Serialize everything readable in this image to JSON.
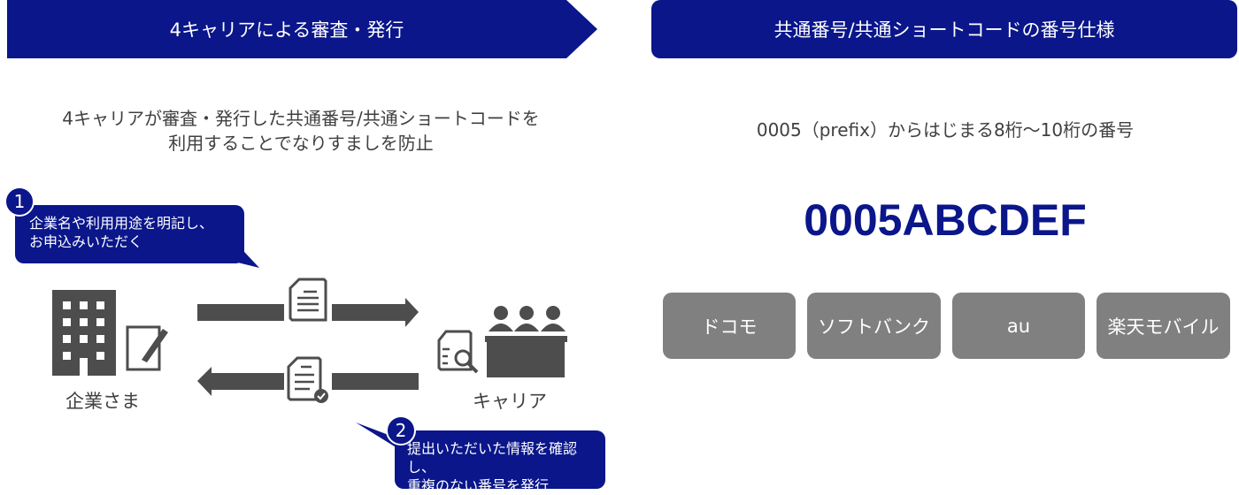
{
  "left_header": {
    "title": "4キャリアによる審査・発行"
  },
  "right_header": {
    "title": "共通番号/共通ショートコードの番号仕様"
  },
  "left_description": {
    "line1": "4キャリアが審査・発行した共通番号/共通ショートコードを",
    "line2": "利用することでなりすましを防止"
  },
  "right_description": "0005（prefix）からはじまる8桁～10桁の番号",
  "example_code": "0005ABCDEF",
  "carriers": [
    "ドコモ",
    "ソフトバンク",
    "au",
    "楽天モバイル"
  ],
  "step1": {
    "number": "1",
    "line1": "企業名や利用用途を明記し、",
    "line2": "お申込みいただく"
  },
  "step2": {
    "number": "2",
    "line1": "提出いただいた情報を確認し、",
    "line2": "重複のない番号を発行"
  },
  "actors": {
    "company": "企業さま",
    "carrier": "キャリア"
  },
  "icons": [
    "building-icon",
    "pen-document-icon",
    "document-icon",
    "document-check-icon",
    "search-document-icon",
    "reviewers-icon",
    "arrow-right-icon",
    "arrow-left-icon"
  ],
  "colors": {
    "navy": "#0a168a",
    "button_gray": "#808080",
    "icon_gray": "#4d4d4d"
  }
}
